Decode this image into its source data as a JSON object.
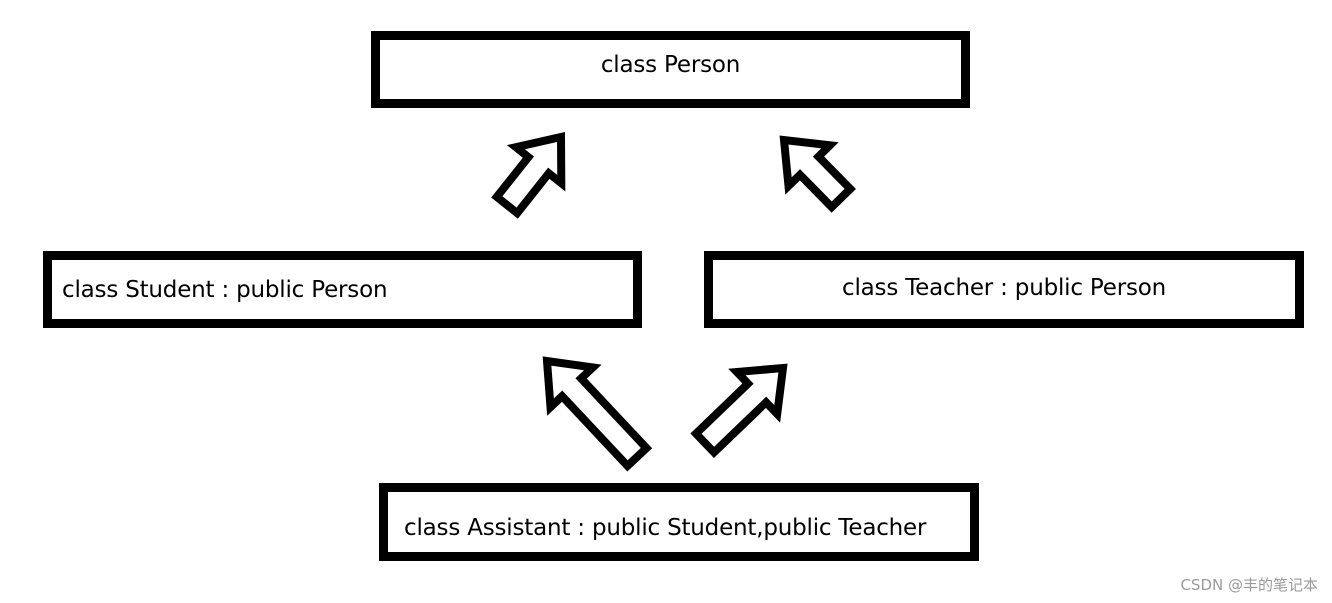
{
  "diagram": {
    "nodes": {
      "person": {
        "label": "class Person"
      },
      "student": {
        "label": "class Student : public Person"
      },
      "teacher": {
        "label": "class Teacher : public Person"
      },
      "assistant": {
        "label": "class Assistant : public Student,public Teacher"
      }
    },
    "edges": [
      {
        "from": "student",
        "to": "person"
      },
      {
        "from": "teacher",
        "to": "person"
      },
      {
        "from": "assistant",
        "to": "student"
      },
      {
        "from": "assistant",
        "to": "teacher"
      }
    ],
    "arrow_style": "hollow-block-arrow",
    "colors": {
      "stroke": "#000000",
      "fill": "#ffffff",
      "watermark": "#9a9a9a"
    }
  },
  "watermark": {
    "text": "CSDN @丰的笔记本"
  }
}
